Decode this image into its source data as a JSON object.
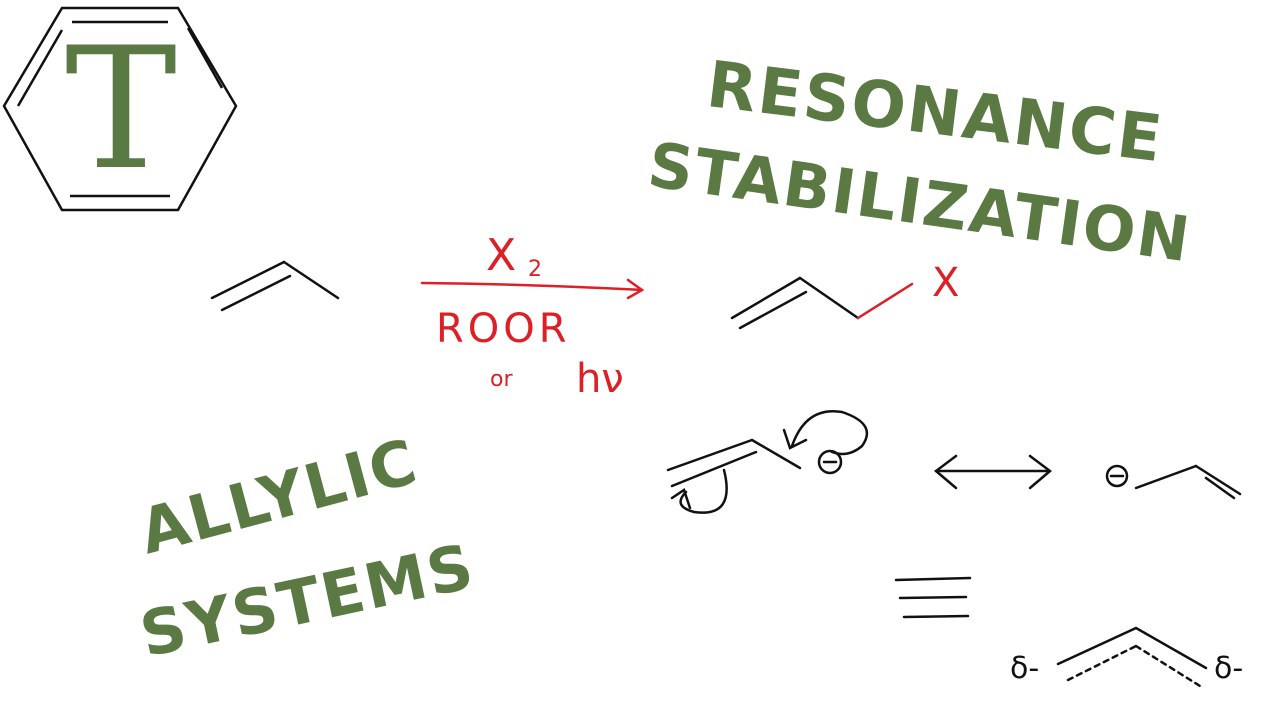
{
  "logo": {
    "letter": "T",
    "icon": "hexagon-logo-icon",
    "color": "#5b7a43"
  },
  "titles": {
    "resonance": "RESONANCE",
    "stabilization": "STABILIZATION",
    "allylic": "ALLYLIC",
    "systems": "SYSTEMS"
  },
  "reaction": {
    "reagent_symbol": "X",
    "reagent_subscript": "2",
    "condition_1": "ROOR",
    "condition_2_or": "or",
    "condition_2": "hν",
    "product_substituent": "X",
    "color": "#dd1f26"
  },
  "resonance": {
    "charge_symbol": "⊖",
    "partial_left": "δ-",
    "partial_right": "δ-"
  },
  "colors": {
    "title_green": "#5b7a43",
    "ink_black": "#111111",
    "ink_red": "#dd1f26"
  }
}
